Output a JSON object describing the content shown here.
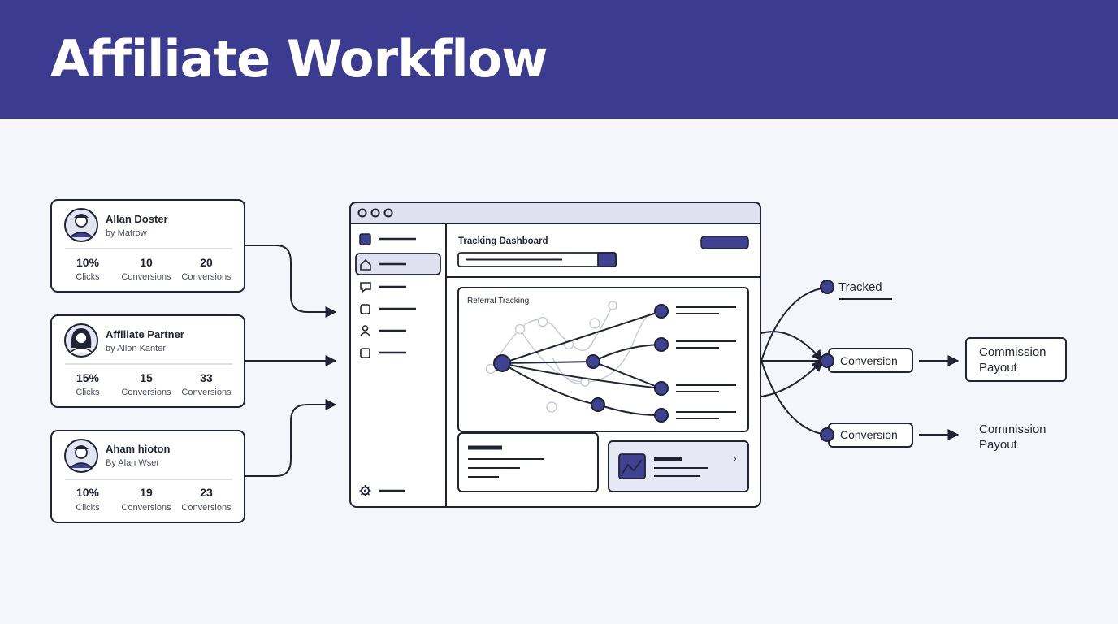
{
  "title": "Affiliate Workflow",
  "affiliates": [
    {
      "name": "Allan Doster",
      "sub": "by Matrow",
      "stats": [
        {
          "value": "10%",
          "label": "Clicks"
        },
        {
          "value": "10",
          "label": "Conversions"
        },
        {
          "value": "20",
          "label": "Conversions"
        }
      ]
    },
    {
      "name": "Affiliate Partner",
      "sub": "by Allon Kanter",
      "stats": [
        {
          "value": "15%",
          "label": "Clicks"
        },
        {
          "value": "15",
          "label": "Conversions"
        },
        {
          "value": "33",
          "label": "Conversions"
        }
      ]
    },
    {
      "name": "Aham hioton",
      "sub": "By Alan Wser",
      "stats": [
        {
          "value": "10%",
          "label": "Clicks"
        },
        {
          "value": "19",
          "label": "Conversions"
        },
        {
          "value": "23",
          "label": "Conversions"
        }
      ]
    }
  ],
  "dashboard": {
    "title": "Tracking Dashboard",
    "panel_title": "Referral Tracking",
    "card_chevron": "›",
    "sidebar_icons": [
      "square-icon",
      "home-icon",
      "message-icon",
      "folder-icon",
      "user-icon",
      "box-icon"
    ],
    "settings_icon": "gear-icon"
  },
  "outcomes": {
    "tracked": "Tracked",
    "conversion_1": "Conversion",
    "conversion_2": "Conversion",
    "payout_1": [
      "Commission",
      "Payout"
    ],
    "payout_2": [
      "Commission",
      "Payout"
    ]
  },
  "colors": {
    "header": "#3b3c91",
    "accent": "#3f4191",
    "node": "#3f4191",
    "stroke": "#1f2333",
    "card_bg": "#ffffff"
  }
}
